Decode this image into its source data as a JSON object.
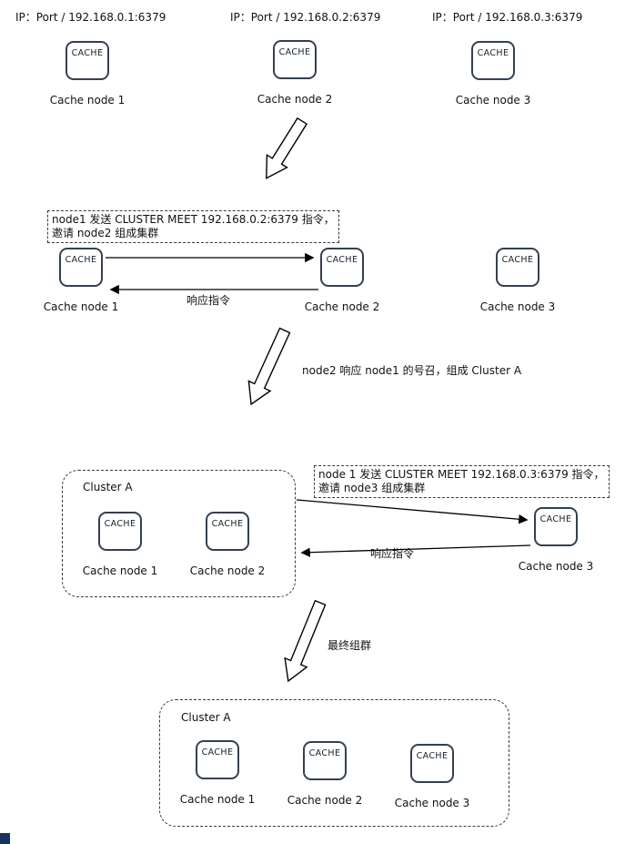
{
  "colors": {
    "node_border": "#344050",
    "line": "#000000",
    "text": "#111111",
    "background": "#ffffff",
    "corner_artifact": "#16335f"
  },
  "cache_label": "CACHE",
  "step1": {
    "ips": [
      "IP：Port / 192.168.0.1:6379",
      "IP：Port / 192.168.0.2:6379",
      "IP：Port / 192.168.0.3:6379"
    ],
    "nodes": [
      "Cache node 1",
      "Cache node 2",
      "Cache node 3"
    ]
  },
  "step2": {
    "command_lines": [
      "node1 发送 CLUSTER MEET 192.168.0.2:6379 指令，",
      "邀请 node2 组成集群"
    ],
    "response_label": "响应指令",
    "nodes": [
      "Cache node 1",
      "Cache node 2",
      "Cache node 3"
    ],
    "transition_label": "node2 响应 node1 的号召，组成 Cluster A"
  },
  "step3": {
    "cluster_label": "Cluster A",
    "command_lines": [
      "node 1 发送 CLUSTER MEET 192.168.0.3:6379 指令，",
      "邀请 node3 组成集群"
    ],
    "response_label": "响应指令",
    "nodes": [
      "Cache node 1",
      "Cache node 2",
      "Cache node 3"
    ],
    "transition_label": "最终组群"
  },
  "step4": {
    "cluster_label": "Cluster A",
    "nodes": [
      "Cache node 1",
      "Cache node 2",
      "Cache node 3"
    ]
  }
}
